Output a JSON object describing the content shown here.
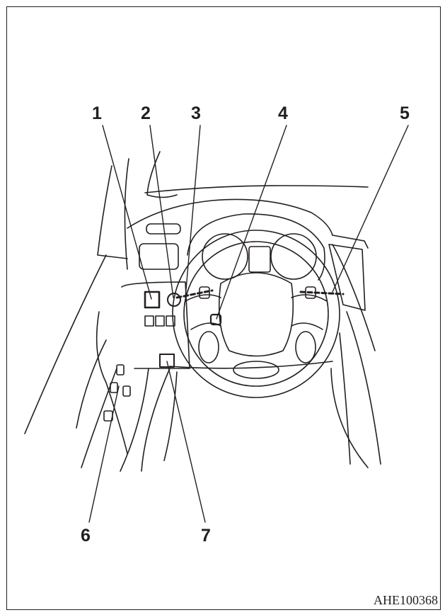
{
  "figure": {
    "callouts": [
      {
        "id": "1",
        "label": "1"
      },
      {
        "id": "2",
        "label": "2"
      },
      {
        "id": "3",
        "label": "3"
      },
      {
        "id": "4",
        "label": "4"
      },
      {
        "id": "5",
        "label": "5"
      },
      {
        "id": "6",
        "label": "6"
      },
      {
        "id": "7",
        "label": "7"
      }
    ],
    "code": "AHE100368",
    "line_color": "#231f20"
  }
}
